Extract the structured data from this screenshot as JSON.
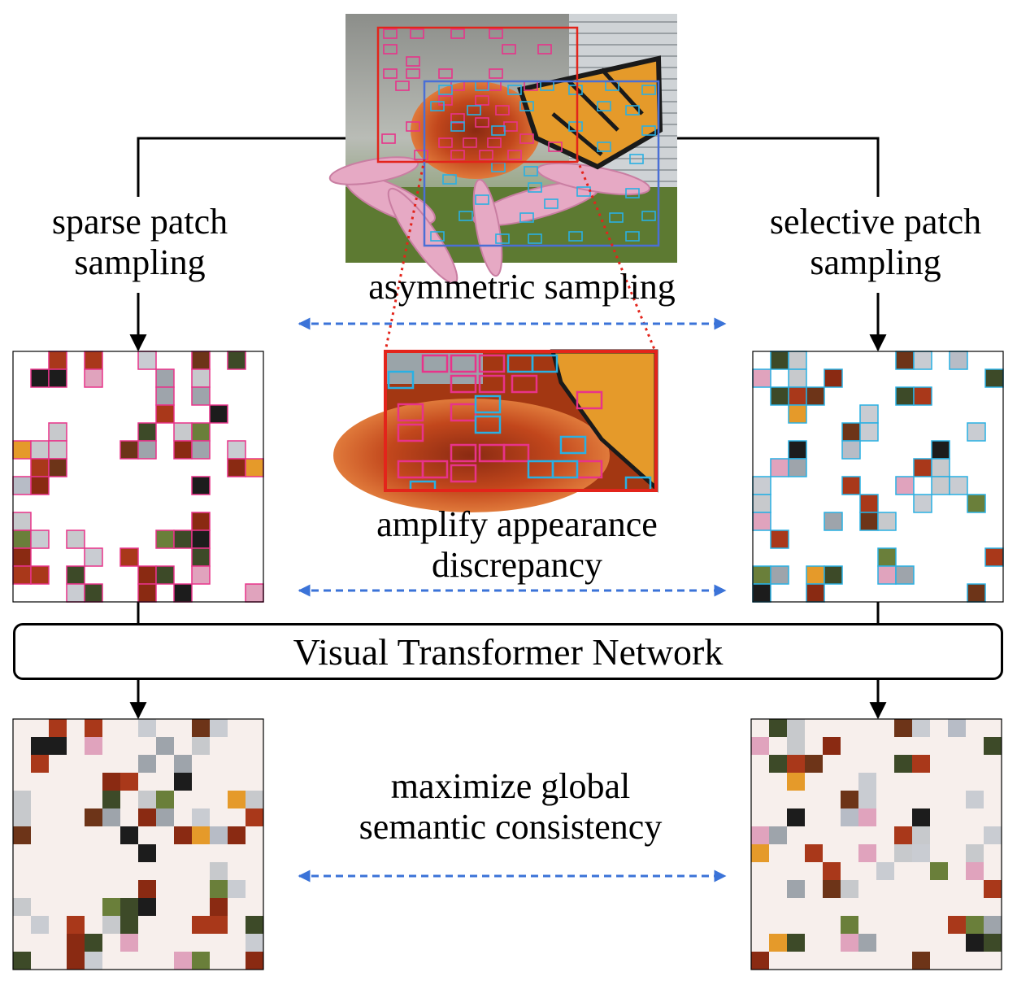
{
  "labels": {
    "sparse": [
      "sparse patch",
      "sampling"
    ],
    "selective": [
      "selective patch",
      "sampling"
    ],
    "asymmetric": "asymmetric sampling",
    "amplify": [
      "amplify appearance",
      "discrepancy"
    ],
    "network": "Visual Transformer Network",
    "maximize": [
      "maximize global",
      "semantic consistency"
    ]
  },
  "colors": {
    "sparse_patch": "#e8338a",
    "selective_patch": "#29b0e3",
    "crop_red": "#e3241b",
    "crop_blue": "#4a6fd6",
    "dashed_arrow": "#3b73d8",
    "line": "#000000"
  }
}
